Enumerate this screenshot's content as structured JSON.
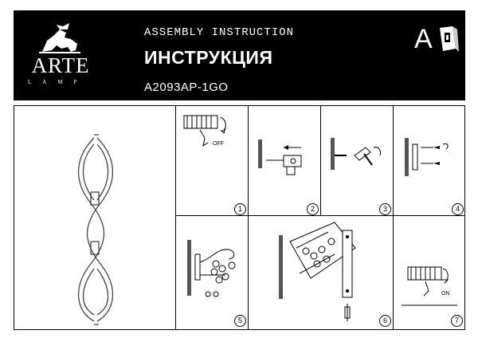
{
  "header": {
    "brand": "ARTE",
    "brand_sub": "LAMP",
    "title_en": "ASSEMBLY INSTRUCTION",
    "title_ru": "ИНСТРУКЦИЯ",
    "model": "A2093AP-1GO",
    "section_letter": "A",
    "book_icon": "manual-book-icon"
  },
  "steps": [
    {
      "number": "1",
      "label": "OFF",
      "icon": "power-off-icon"
    },
    {
      "number": "2",
      "icon": "drill-icon"
    },
    {
      "number": "3",
      "icon": "hammer-icon"
    },
    {
      "number": "4",
      "icon": "screw-mount-icon"
    },
    {
      "number": "5",
      "icon": "wiring-icon"
    },
    {
      "number": "6",
      "icon": "fixture-attach-icon"
    },
    {
      "number": "7",
      "label": "ON",
      "icon": "power-on-icon"
    }
  ],
  "colors": {
    "header_bg": "#000000",
    "header_text": "#ffffff",
    "line": "#000000"
  }
}
